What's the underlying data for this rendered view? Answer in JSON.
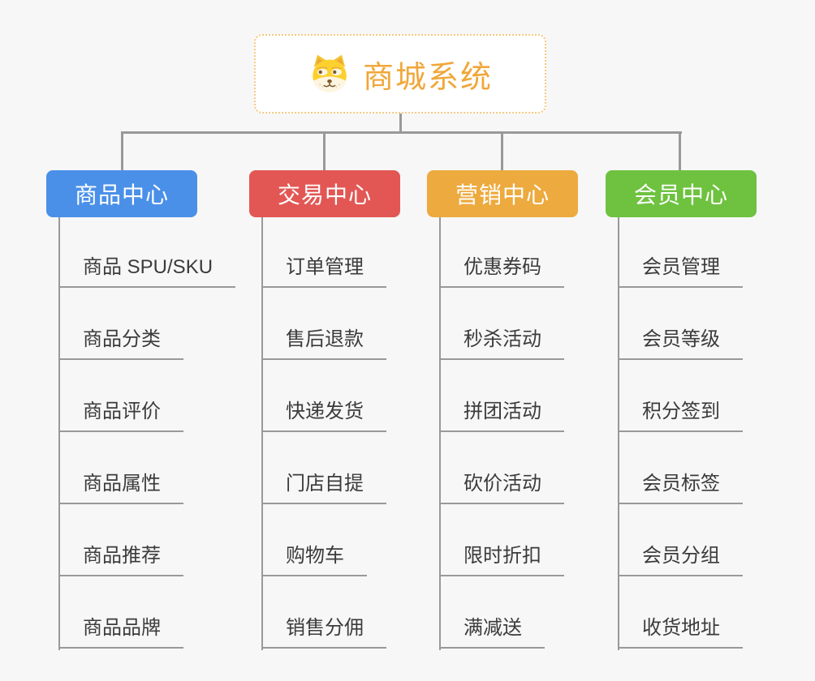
{
  "root": {
    "title": "商城系统",
    "icon": "dog-face-icon",
    "accent_color": "#f0a73a",
    "border_color": "#f5c87f"
  },
  "branches": [
    {
      "label": "商品中心",
      "color": "#4a90e8",
      "children": [
        "商品 SPU/SKU",
        "商品分类",
        "商品评价",
        "商品属性",
        "商品推荐",
        "商品品牌"
      ]
    },
    {
      "label": "交易中心",
      "color": "#e25754",
      "children": [
        "订单管理",
        "售后退款",
        "快递发货",
        "门店自提",
        "购物车",
        "销售分佣"
      ]
    },
    {
      "label": "营销中心",
      "color": "#edaa3e",
      "children": [
        "优惠券码",
        "秒杀活动",
        "拼团活动",
        "砍价活动",
        "限时折扣",
        "满减送"
      ]
    },
    {
      "label": "会员中心",
      "color": "#6ec23f",
      "children": [
        "会员管理",
        "会员等级",
        "积分签到",
        "会员标签",
        "会员分组",
        "收货地址"
      ]
    }
  ],
  "connector_color": "#999999",
  "background_color": "#f7f7f7"
}
